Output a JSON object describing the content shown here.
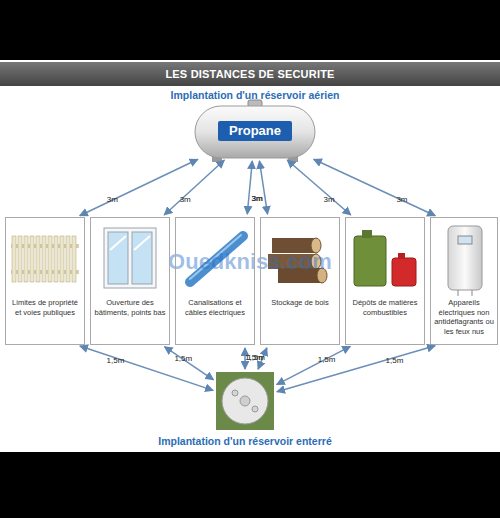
{
  "diagram": {
    "title": "LES DISTANCES DE SECURITE",
    "nodes": [
      {
        "text": [
          "Implantation d'un réservoir aérien",
          "Propane"
        ]
      },
      {
        "text": [
          "Limites de propriété et voies publiques"
        ]
      },
      {
        "text": [
          "Ouverture des bâtiments, points bas"
        ]
      },
      {
        "text": [
          "Canalisations et câbles électriques"
        ]
      },
      {
        "text": [
          "Stockage de bois"
        ]
      },
      {
        "text": [
          "Dépôts de matières combustibles"
        ]
      },
      {
        "text": [
          "Appareils électriques non antidéflagrants ou les feux nus"
        ]
      },
      {
        "text": [
          "Implantation d'un réservoir enterré"
        ]
      }
    ],
    "edges": [
      {
        "from": 0,
        "to": 1,
        "label": "3m",
        "arrow": "both"
      },
      {
        "from": 0,
        "to": 2,
        "label": "3m",
        "arrow": "both"
      },
      {
        "from": 0,
        "to": 3,
        "label": "3m",
        "arrow": "both"
      },
      {
        "from": 0,
        "to": 4,
        "label": "3m",
        "arrow": "both"
      },
      {
        "from": 0,
        "to": 5,
        "label": "3m",
        "arrow": "both"
      },
      {
        "from": 0,
        "to": 6,
        "label": "3m",
        "arrow": "both"
      },
      {
        "from": 1,
        "to": 7,
        "label": "1,5m",
        "arrow": "both"
      },
      {
        "from": 2,
        "to": 7,
        "label": "1,5m",
        "arrow": "both"
      },
      {
        "from": 3,
        "to": 7,
        "label": "1,5m",
        "arrow": "both"
      },
      {
        "from": 4,
        "to": 7,
        "label": "1,5m",
        "arrow": "both"
      },
      {
        "from": 5,
        "to": 7,
        "label": "1,5m",
        "arrow": "both"
      },
      {
        "from": 6,
        "to": 7,
        "label": "1,5m",
        "arrow": "both"
      }
    ],
    "labels": [
      "Ouedkniss.com"
    ]
  }
}
